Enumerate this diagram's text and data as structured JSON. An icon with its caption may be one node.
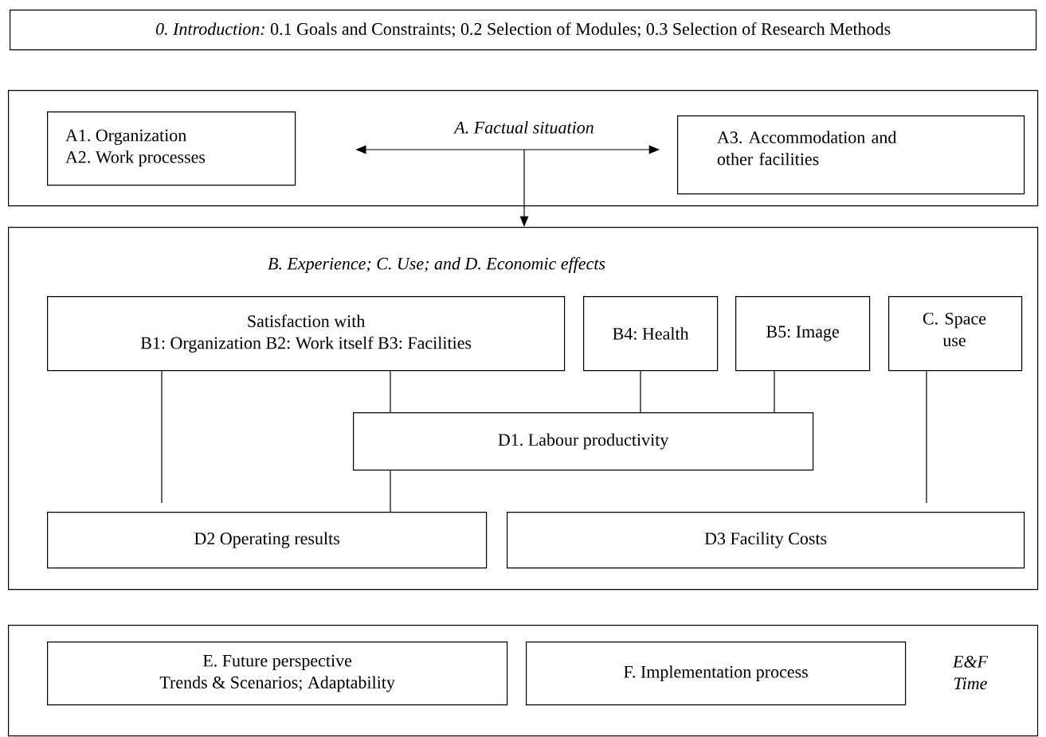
{
  "diagram": {
    "nodes": [
      {
        "text": [
          "*0. Introduction:* 0.1 Goals and Constraints; 0.2 Selection of Modules; 0.3 Selection of Research Methods"
        ]
      },
      {
        "text": [
          "A. Factual situation"
        ]
      },
      {
        "text": [
          "A1. Organization",
          "A2. Work processes"
        ],
        "in": 1
      },
      {
        "text": [
          "A3. Accommodation and other facilities"
        ],
        "in": 1
      },
      {
        "text": [
          "B.  Experience; C. Use; and D. Economic effects"
        ]
      },
      {
        "text": [
          "Satisfaction with",
          "B1: Organization   B2: Work itself   B3:  Facilities"
        ],
        "in": 4
      },
      {
        "text": [
          "B4: Health"
        ],
        "in": 4
      },
      {
        "text": [
          "B5: Image"
        ],
        "in": 4
      },
      {
        "text": [
          "C. Space use"
        ],
        "in": 4
      },
      {
        "text": [
          "D1. Labour productivity"
        ],
        "in": 4
      },
      {
        "text": [
          "D2 Operating results"
        ],
        "in": 4
      },
      {
        "text": [
          "D3 Facility Costs"
        ],
        "in": 4
      },
      {
        "text": [
          "E&F Time"
        ]
      },
      {
        "text": [
          "E. Future perspective",
          "Trends & Scenarios; Adaptability"
        ],
        "in": 12
      },
      {
        "text": [
          "F. Implementation process"
        ],
        "in": 12
      }
    ],
    "edges": [
      {
        "from": 2,
        "to": 3,
        "arrow": "both"
      },
      {
        "from": null,
        "to": 4,
        "arrow": "to"
      },
      {
        "from": 5,
        "to": 10,
        "arrow": "none"
      },
      {
        "from": 5,
        "to": 9,
        "arrow": "none"
      },
      {
        "from": 9,
        "to": 10,
        "arrow": "none"
      },
      {
        "from": 6,
        "to": 9,
        "arrow": "none"
      },
      {
        "from": 7,
        "to": 9,
        "arrow": "none"
      },
      {
        "from": 8,
        "to": 11,
        "arrow": "none"
      }
    ]
  }
}
